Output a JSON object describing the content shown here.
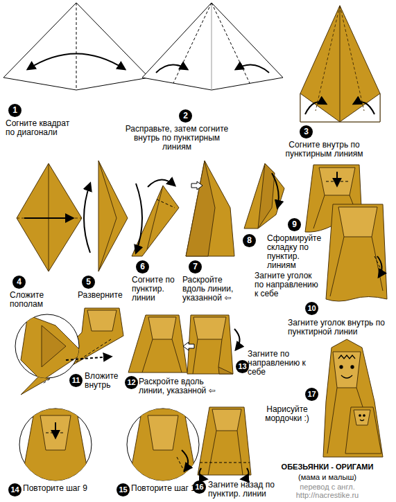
{
  "diagram": {
    "title": "ОБЕЗЬЯНКИ - ОРИГАМИ",
    "labels": [
      "1",
      "Согните квадрат по диагонали",
      "2",
      "Расправьте, затем согните внутрь по пунктирным линиям",
      "3",
      "Согните внутрь по пунктирным линиям",
      "4",
      "Сложите пополам",
      "5",
      "Разверните",
      "6",
      "Согните по пунктир. линии",
      "7",
      "Раскройте вдоль линии, указанной ⇦",
      "8",
      "Загните уголок по направлению к себе",
      "9",
      "Сформируйте складку по пунктир. линиям",
      "10",
      "Загните уголок внутрь по пунктирной линии",
      "11",
      "Вложите внутрь",
      "12",
      "Раскройте вдоль линии, указанной ⇦",
      "13",
      "Загните по направлению к себе",
      "14",
      "Повторите шаг 9",
      "15",
      "Повторите шаг 10",
      "16",
      "Загните назад по пунктир. линии",
      "17",
      "Нарисуйте мордочки :)",
      "(мама и малыш)",
      "перевод с англ.",
      "http://nacrestike.ru"
    ]
  }
}
